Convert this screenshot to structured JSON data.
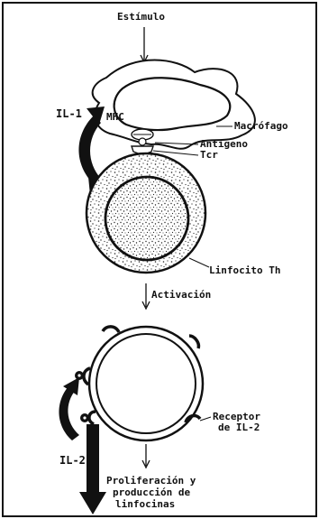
{
  "labels": {
    "stimulus": "Estímulo",
    "mhc": "MHC",
    "macrophage": "Macrófago",
    "il1": "IL-1",
    "antigen": "Antígeno",
    "tcr": "Tcr",
    "lymphocyte": "Linfocito Th",
    "activation": "Activación",
    "receptor_line1": "Receptor",
    "receptor_line2": "de IL-2",
    "il2": "IL-2",
    "outcome_line1": "Proliferación y",
    "outcome_line2": "producción de",
    "outcome_line3": "linfocinas"
  }
}
